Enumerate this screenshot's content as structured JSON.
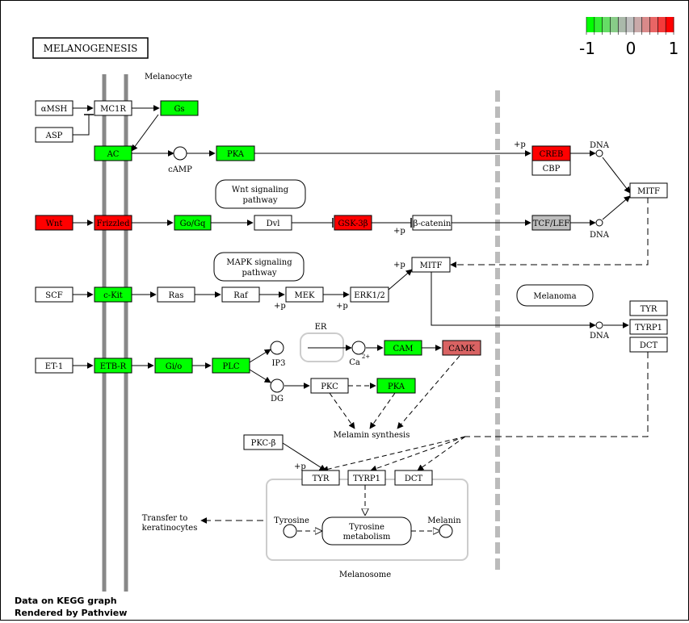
{
  "title": "MELANOGENESIS",
  "credits": [
    "Data on KEGG graph",
    "Rendered by Pathview"
  ],
  "legend": {
    "labels": [
      "-1",
      "0",
      "1"
    ],
    "colors": [
      "#00ff00",
      "#33ee33",
      "#66dd66",
      "#88cc88",
      "#aab9aa",
      "#bfbfbf",
      "#c9a9a9",
      "#d98a8a",
      "#e86565",
      "#f43a3a",
      "#ff0000"
    ]
  },
  "colors": {
    "up": "#ff0000",
    "up_mid": "#d96363",
    "down": "#00ff00",
    "neutral": "#bebebe",
    "none": "#ffffff"
  },
  "labels": {
    "melanocyte": "Melanocyte",
    "camp": "cAMP",
    "dna1": "DNA",
    "dna2": "DNA",
    "dna3": "DNA",
    "wnt_pathway": [
      "Wnt signaling",
      "pathway"
    ],
    "mapk_pathway": [
      "MAPK signaling",
      "pathway"
    ],
    "melanoma": "Melanoma",
    "er": "ER",
    "ip3": "IP3",
    "ca": "Ca",
    "ca_sup": "2+",
    "dg": "DG",
    "melanin_synthesis": "Melamin synthesis",
    "transfer": [
      "Transfer to",
      "keratinocytes"
    ],
    "tyrosine": "Tyrosine",
    "tyrosine_metabolism": [
      "Tyrosine",
      "metabolism"
    ],
    "melanin": "Melanin",
    "melanosome": "Melanosome",
    "p_creb": "+p",
    "p_btc": "+p",
    "p_mitf": "+p",
    "p_mek": "+p",
    "p_erk": "+p",
    "p_tyr": "+p"
  },
  "nodes": [
    {
      "id": "amsh",
      "label": "αMSH",
      "fill": "none"
    },
    {
      "id": "asp",
      "label": "ASP",
      "fill": "none"
    },
    {
      "id": "mc1r",
      "label": "MC1R",
      "fill": "none"
    },
    {
      "id": "gs",
      "label": "Gs",
      "fill": "down"
    },
    {
      "id": "ac",
      "label": "AC",
      "fill": "down"
    },
    {
      "id": "pka1",
      "label": "PKA",
      "fill": "down"
    },
    {
      "id": "creb",
      "label": "CREB",
      "fill": "up"
    },
    {
      "id": "cbp",
      "label": "CBP",
      "fill": "none"
    },
    {
      "id": "mitf1",
      "label": "MITF",
      "fill": "none"
    },
    {
      "id": "wnt",
      "label": "Wnt",
      "fill": "up"
    },
    {
      "id": "frizzled",
      "label": "Frizzled",
      "fill": "up"
    },
    {
      "id": "gogq",
      "label": "Go/Gq",
      "fill": "down"
    },
    {
      "id": "dvl",
      "label": "Dvl",
      "fill": "none"
    },
    {
      "id": "gsk3b",
      "label": "GSK-3β",
      "fill": "up"
    },
    {
      "id": "bcatenin",
      "label": "β-catenin",
      "fill": "none"
    },
    {
      "id": "tcflef",
      "label": "TCF/LEF",
      "fill": "neutral"
    },
    {
      "id": "mitf2",
      "label": "MITF",
      "fill": "none"
    },
    {
      "id": "scf",
      "label": "SCF",
      "fill": "none"
    },
    {
      "id": "ckit",
      "label": "c-Kit",
      "fill": "down"
    },
    {
      "id": "ras",
      "label": "Ras",
      "fill": "none"
    },
    {
      "id": "raf",
      "label": "Raf",
      "fill": "none"
    },
    {
      "id": "mek",
      "label": "MEK",
      "fill": "none"
    },
    {
      "id": "erk",
      "label": "ERK1/2",
      "fill": "none"
    },
    {
      "id": "tyr_r",
      "label": "TYR",
      "fill": "none"
    },
    {
      "id": "tyrp1_r",
      "label": "TYRP1",
      "fill": "none"
    },
    {
      "id": "dct_r",
      "label": "DCT",
      "fill": "none"
    },
    {
      "id": "et1",
      "label": "ET-1",
      "fill": "none"
    },
    {
      "id": "etbr",
      "label": "ETB-R",
      "fill": "down"
    },
    {
      "id": "gio",
      "label": "Gi/o",
      "fill": "down"
    },
    {
      "id": "plc",
      "label": "PLC",
      "fill": "down"
    },
    {
      "id": "cam",
      "label": "CAM",
      "fill": "down"
    },
    {
      "id": "camk",
      "label": "CAMK",
      "fill": "up_mid"
    },
    {
      "id": "pkc",
      "label": "PKC",
      "fill": "none"
    },
    {
      "id": "pka2",
      "label": "PKA",
      "fill": "down"
    },
    {
      "id": "pkcb",
      "label": "PKC-β",
      "fill": "none"
    },
    {
      "id": "tyr",
      "label": "TYR",
      "fill": "none"
    },
    {
      "id": "tyrp1",
      "label": "TYRP1",
      "fill": "none"
    },
    {
      "id": "dct",
      "label": "DCT",
      "fill": "none"
    }
  ]
}
